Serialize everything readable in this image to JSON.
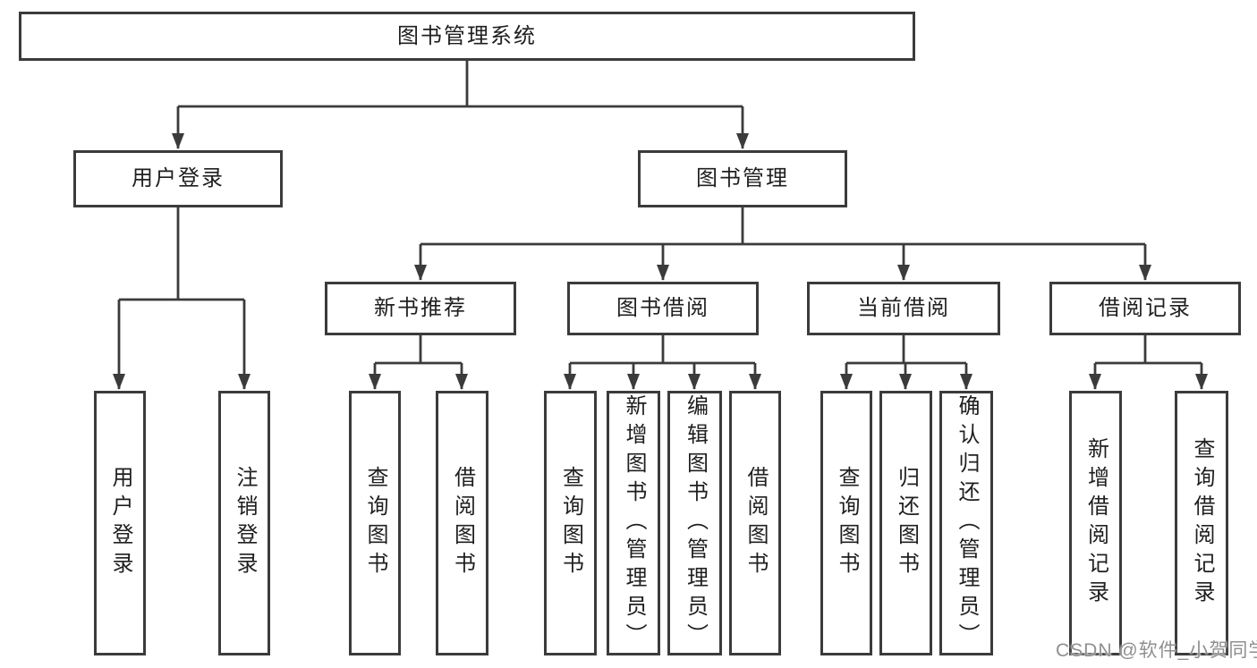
{
  "tree": {
    "root": "图书管理系统",
    "children": [
      {
        "label": "用户登录",
        "children": [
          "用户登录",
          "注销登录"
        ]
      },
      {
        "label": "图书管理",
        "children": [
          {
            "label": "新书推荐",
            "children": [
              "查询图书",
              "借阅图书"
            ]
          },
          {
            "label": "图书借阅",
            "children": [
              "查询图书",
              "新增图书（管理员）",
              "编辑图书（管理员）",
              "借阅图书"
            ]
          },
          {
            "label": "当前借阅",
            "children": [
              "查询图书",
              "归还图书",
              "确认归还（管理员）"
            ]
          },
          {
            "label": "借阅记录",
            "children": [
              "新增借阅记录",
              "查询借阅记录"
            ]
          }
        ]
      }
    ]
  },
  "watermark": {
    "text": "CSDN @软件_小贺同学"
  },
  "colors": {
    "line": "#3b3b3b",
    "box_border": "#3b3b3b",
    "text": "#1f1f1f",
    "watermark": "#8f8f8f",
    "background": "#ffffff"
  }
}
